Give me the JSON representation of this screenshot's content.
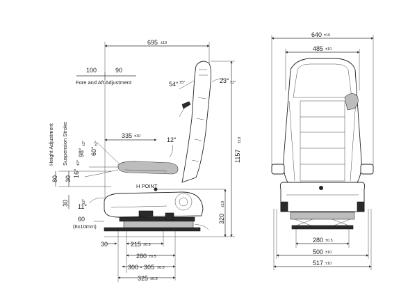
{
  "side_view": {
    "dims": {
      "w695": "695",
      "w695_tol": "±10",
      "d100": "100",
      "d90": "90",
      "fore_aft": "Fore and Aft Adjustment",
      "a54": "54°",
      "a54_tol": "±5°",
      "a23": "23°",
      "a23_tol": "±2°",
      "w335": "335",
      "w335_tol": "±10",
      "a12": "12°",
      "a98": "98°",
      "a98_tol": "±2°",
      "a60": "60°",
      "a60_tol": "±2°",
      "a16": "16°",
      "a16_tol": "±2°",
      "height_adj": "Height Adjustment",
      "susp_stroke": "Suspension Stroke",
      "v80": "80",
      "v30a": "30",
      "v30b": "30",
      "h_point": "H POINT",
      "a11": "11°",
      "a11_tol": "±2°",
      "v60": "60",
      "v60_note": "(6x10mm)",
      "h1157": "1157",
      "h1157_tol": "±10",
      "h320": "320",
      "h320_tol": "±10",
      "b30": "30",
      "b215": "215",
      "b215_tol": "±0.5",
      "b280": "280",
      "b280_tol": "±0.5",
      "b300": "300 - 305",
      "b300_tol": "±0.5",
      "b325": "325",
      "b325_tol": "±0.5"
    }
  },
  "front_view": {
    "dims": {
      "w640": "640",
      "w640_tol": "±10",
      "w485": "485",
      "w485_tol": "±10",
      "w280": "280",
      "w280_tol": "±0.5",
      "w500": "500",
      "w500_tol": "±10",
      "w517": "517",
      "w517_tol": "±10"
    }
  }
}
